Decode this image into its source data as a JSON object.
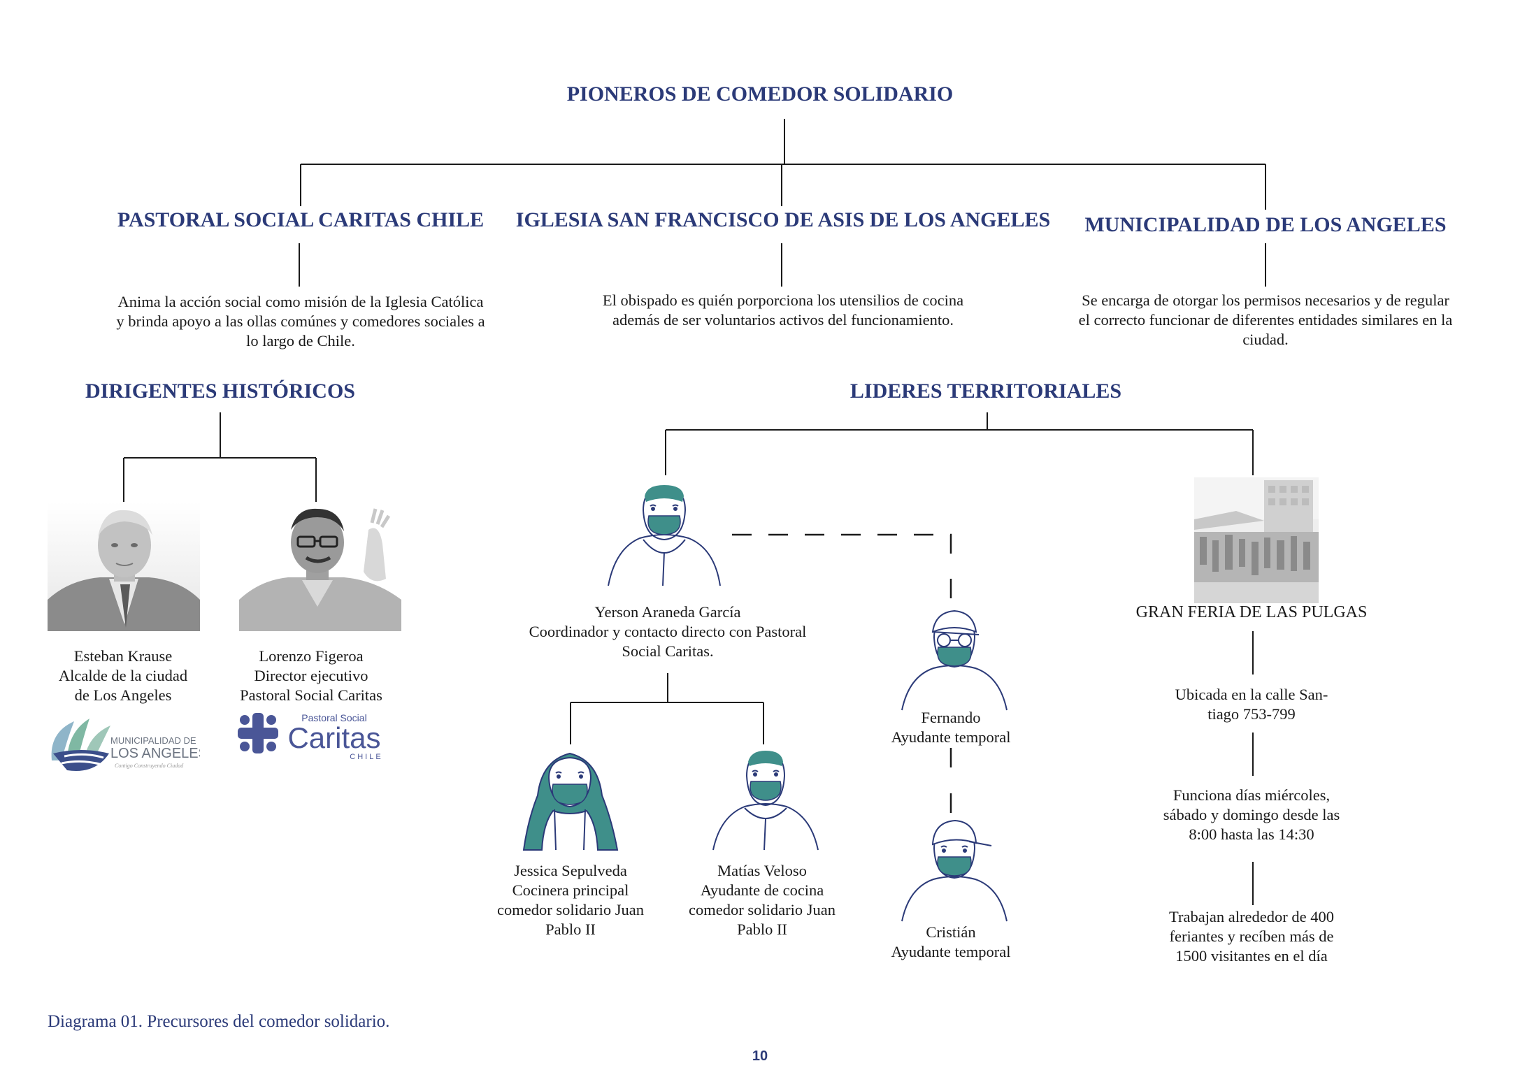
{
  "title": "PIONEROS DE COMEDOR SOLIDARIO",
  "pioneers": [
    {
      "name": "PASTORAL SOCIAL CARITAS CHILE",
      "description": [
        "Anima la acción social como misión de la Iglesia Católica",
        "y brinda apoyo a las ollas comúnes y comedores sociales a",
        "lo largo de Chile."
      ]
    },
    {
      "name": "IGLESIA SAN FRANCISCO DE ASIS DE LOS ANGELES",
      "description": [
        "El obispado es quién porporciona los utensilios de cocina",
        "además de ser voluntarios activos del funcionamiento."
      ]
    },
    {
      "name": "MUNICIPALIDAD DE LOS ANGELES",
      "description": [
        "Se encarga de otorgar los permisos necesarios y de regular",
        "el correcto funcionar de diferentes entidades similares en la",
        "ciudad."
      ]
    }
  ],
  "historic_leaders": {
    "heading": "DIRIGENTES HISTÓRICOS",
    "people": [
      {
        "lines": [
          "Esteban Krause",
          "Alcalde de la ciudad",
          "de Los Angeles"
        ]
      },
      {
        "lines": [
          "Lorenzo Figeroa",
          "Director ejecutivo",
          "Pastoral Social Caritas"
        ]
      }
    ],
    "logos": {
      "municipalidad": {
        "line1": "MUNICIPALIDAD DE",
        "line2": "LOS ANGELES",
        "tagline": "Contigo Construyendo Ciudad"
      },
      "caritas": {
        "top": "Pastoral Social",
        "main": "Caritas",
        "bottom": "CHILE"
      }
    }
  },
  "territorial_leaders": {
    "heading": "LIDERES TERRITORIALES",
    "coordinator": {
      "lines": [
        "Yerson Araneda García",
        "Coordinador y contacto directo con Pastoral",
        "Social Caritas."
      ]
    },
    "staff": [
      {
        "lines": [
          "Jessica Sepulveda",
          "Cocinera principal",
          "comedor solidario Juan",
          "Pablo II"
        ]
      },
      {
        "lines": [
          "Matías Veloso",
          "Ayudante de cocina",
          "comedor solidario Juan",
          "Pablo II"
        ]
      }
    ],
    "helpers": [
      {
        "lines": [
          "Fernando",
          "Ayudante temporal"
        ]
      },
      {
        "lines": [
          "Cristián",
          "Ayudante temporal"
        ]
      }
    ],
    "feria": {
      "name": "GRAN FERIA DE LAS PULGAS",
      "facts": [
        [
          "Ubicada en la calle San-",
          "tiago 753-799"
        ],
        [
          "Funciona días miércoles,",
          "sábado y domingo desde las",
          "8:00 hasta las 14:30"
        ],
        [
          "Trabajan alrededor de 400",
          "feriantes y recíben más de",
          "1500 visitantes en el día"
        ]
      ]
    }
  },
  "caption": "Diagrama 01. Precursores del comedor solidario.",
  "page_number": "10",
  "colors": {
    "heading": "#2b3a78",
    "mask": "#3f8f8a",
    "line": "#1a1a1a"
  }
}
